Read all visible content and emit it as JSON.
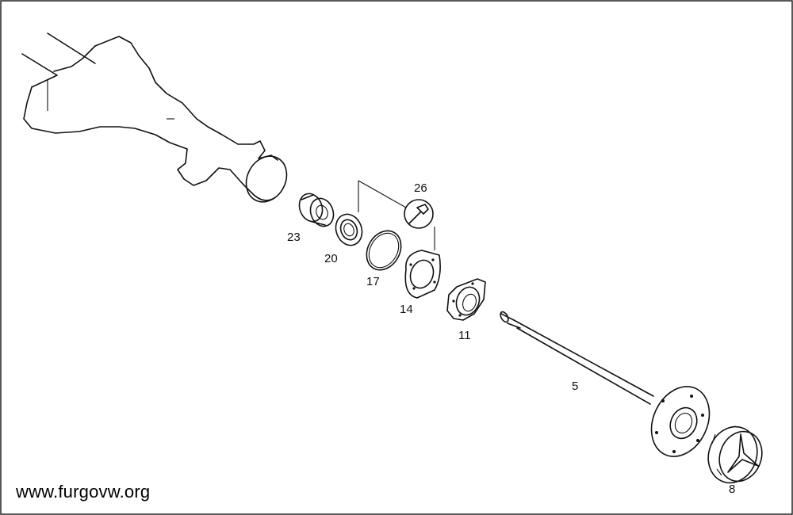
{
  "callouts": {
    "p23": "23",
    "p20": "20",
    "p17": "17",
    "p26": "26",
    "p14": "14",
    "p11": "11",
    "p5": "5",
    "p8": "8"
  },
  "watermark": "www.furgovw.org"
}
